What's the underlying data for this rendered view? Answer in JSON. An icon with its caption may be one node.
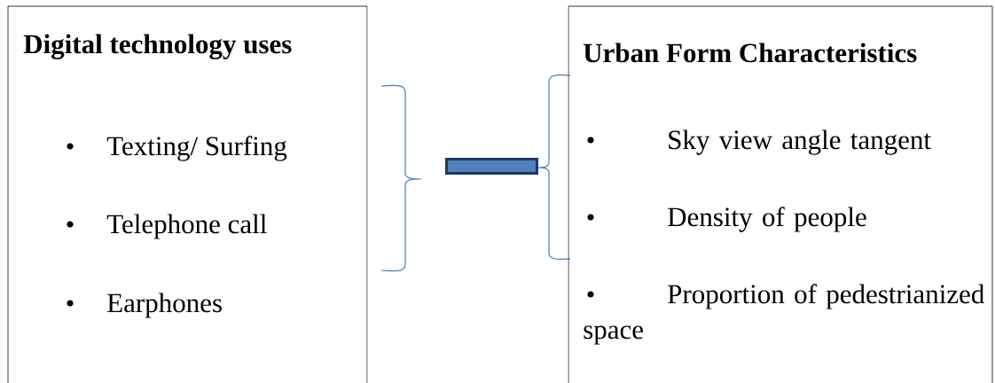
{
  "diagram": {
    "nodes": [
      {
        "text": [
          "Digital technology uses",
          "Texting/ Surfing",
          "Telephone call",
          "Earphones"
        ]
      },
      {
        "text": [
          "Urban Form Characteristics",
          "Sky view angle tangent",
          "Density of people",
          "Proportion of pedestrianized space"
        ]
      },
      {
        "text": [],
        "shape": "bar"
      }
    ]
  }
}
